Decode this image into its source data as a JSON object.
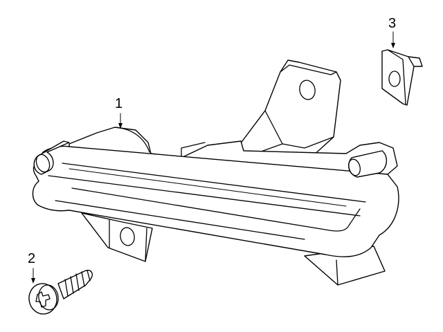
{
  "callouts": {
    "part_1": "1",
    "part_2": "2",
    "part_3": "3"
  },
  "parts": [
    {
      "number": "1",
      "icon": "fog-lamp-housing-icon"
    },
    {
      "number": "2",
      "icon": "phillips-screw-icon"
    },
    {
      "number": "3",
      "icon": "speed-nut-clip-icon"
    }
  ],
  "colors": {
    "line": "#000000",
    "background": "#ffffff"
  }
}
